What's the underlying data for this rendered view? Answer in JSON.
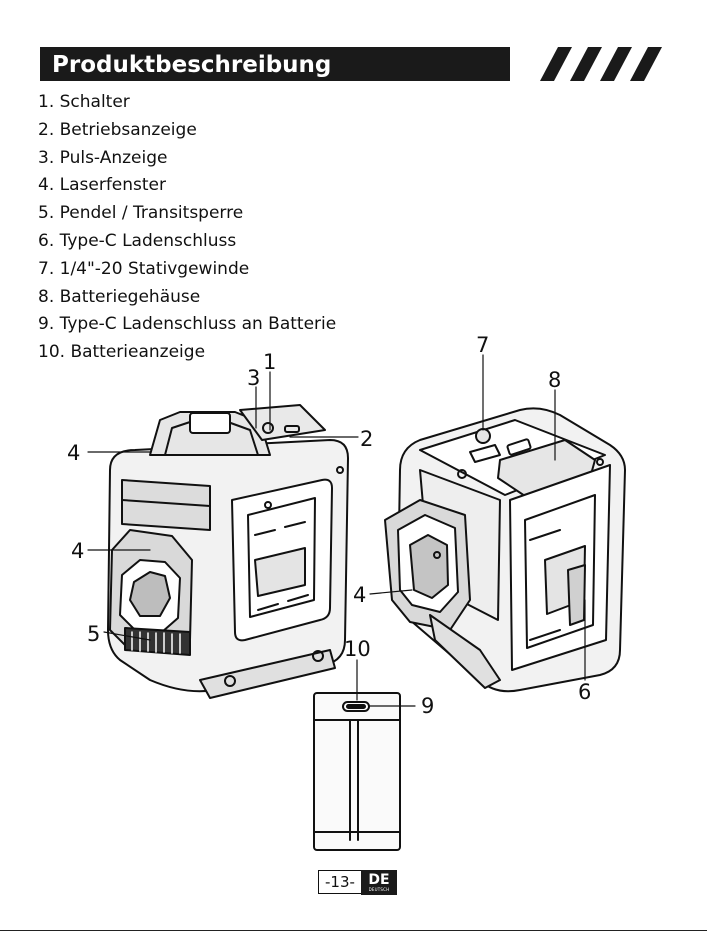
{
  "header": {
    "title": "Produktbeschreibung",
    "accent_color": "#1a1a1a"
  },
  "parts": [
    "1. Schalter",
    "2. Betriebsanzeige",
    "3. Puls-Anzeige",
    "4. Laserfenster",
    "5. Pendel / Transitsperre",
    "6. Type-C Ladenschluss",
    "7. 1/4\"-20 Stativgewinde",
    "8. Batteriegehäuse",
    "9. Type-C Ladenschluss an Batterie",
    "10. Batterieanzeige"
  ],
  "callouts": {
    "c1": "1",
    "c2": "2",
    "c3": "3",
    "c4a": "4",
    "c4b": "4",
    "c4c": "4",
    "c5": "5",
    "c6": "6",
    "c7": "7",
    "c8": "8",
    "c9": "9",
    "c10": "10"
  },
  "footer": {
    "page_number": "-13-",
    "language_code": "DE",
    "language_name": "DEUTSCH"
  }
}
